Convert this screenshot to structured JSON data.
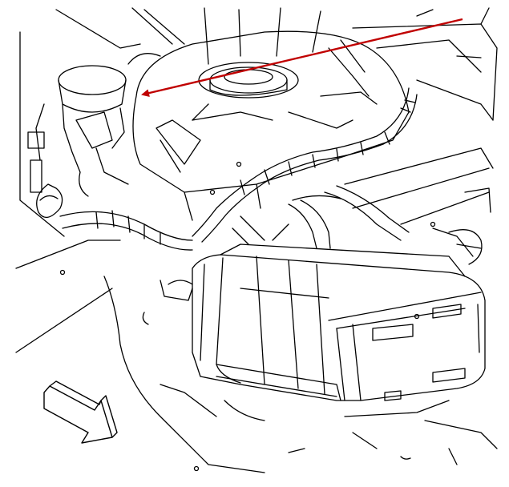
{
  "diagram": {
    "style": "black line-art engine bay illustration",
    "colors": {
      "background": "#ffffff",
      "line": "#000000",
      "callout_arrow": "#c00000"
    },
    "callout": {
      "color": "#c00000",
      "points_to": "component-connector-on-left-part"
    },
    "direction_indicator": {
      "icon": "front-direction-arrow-icon",
      "direction": "down-right"
    }
  }
}
